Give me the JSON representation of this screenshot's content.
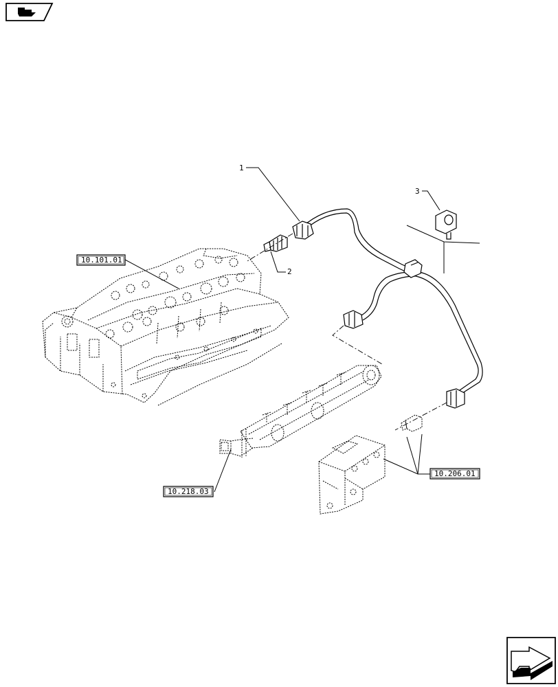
{
  "icons": {
    "top_left": "book-icon",
    "bottom_right": "next-page-arrow-icon"
  },
  "callouts": [
    {
      "id": "1",
      "label": "1"
    },
    {
      "id": "2",
      "label": "2"
    },
    {
      "id": "3",
      "label": "3"
    }
  ],
  "references": [
    {
      "id": "cylinder-head",
      "label": "10.101.01"
    },
    {
      "id": "fuel-rail",
      "label": "10.218.03"
    },
    {
      "id": "filter-bracket",
      "label": "10.206.01"
    }
  ]
}
